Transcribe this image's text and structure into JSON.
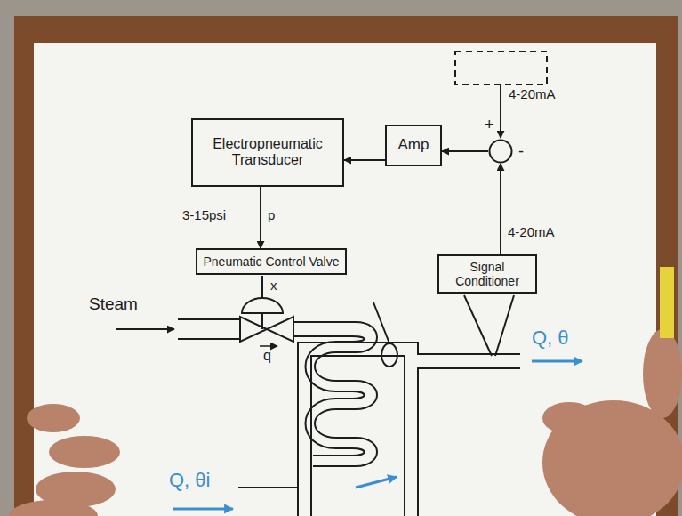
{
  "diagram": {
    "nodes": [
      {
        "text": [
          "Electropneumatic Transducer"
        ]
      },
      {
        "text": [
          "Amp"
        ]
      },
      {
        "text": [
          "+",
          "-"
        ]
      },
      {
        "text": [
          "Signal Conditioner"
        ]
      },
      {
        "text": [
          "Pneumatic Control Valve"
        ]
      }
    ],
    "edges": [
      {
        "from": 2,
        "to": 1,
        "arrow": "to"
      },
      {
        "from": 1,
        "to": 0,
        "arrow": "to"
      },
      {
        "from": 0,
        "to": 4,
        "label": "p",
        "arrow": "to"
      },
      {
        "from": 3,
        "to": 2,
        "label": "4-20mA",
        "arrow": "to"
      }
    ],
    "labels": [
      "4-20mA",
      "3-15psi",
      "x",
      "Steam",
      "q",
      "Q, θ",
      "Q, θi"
    ]
  }
}
